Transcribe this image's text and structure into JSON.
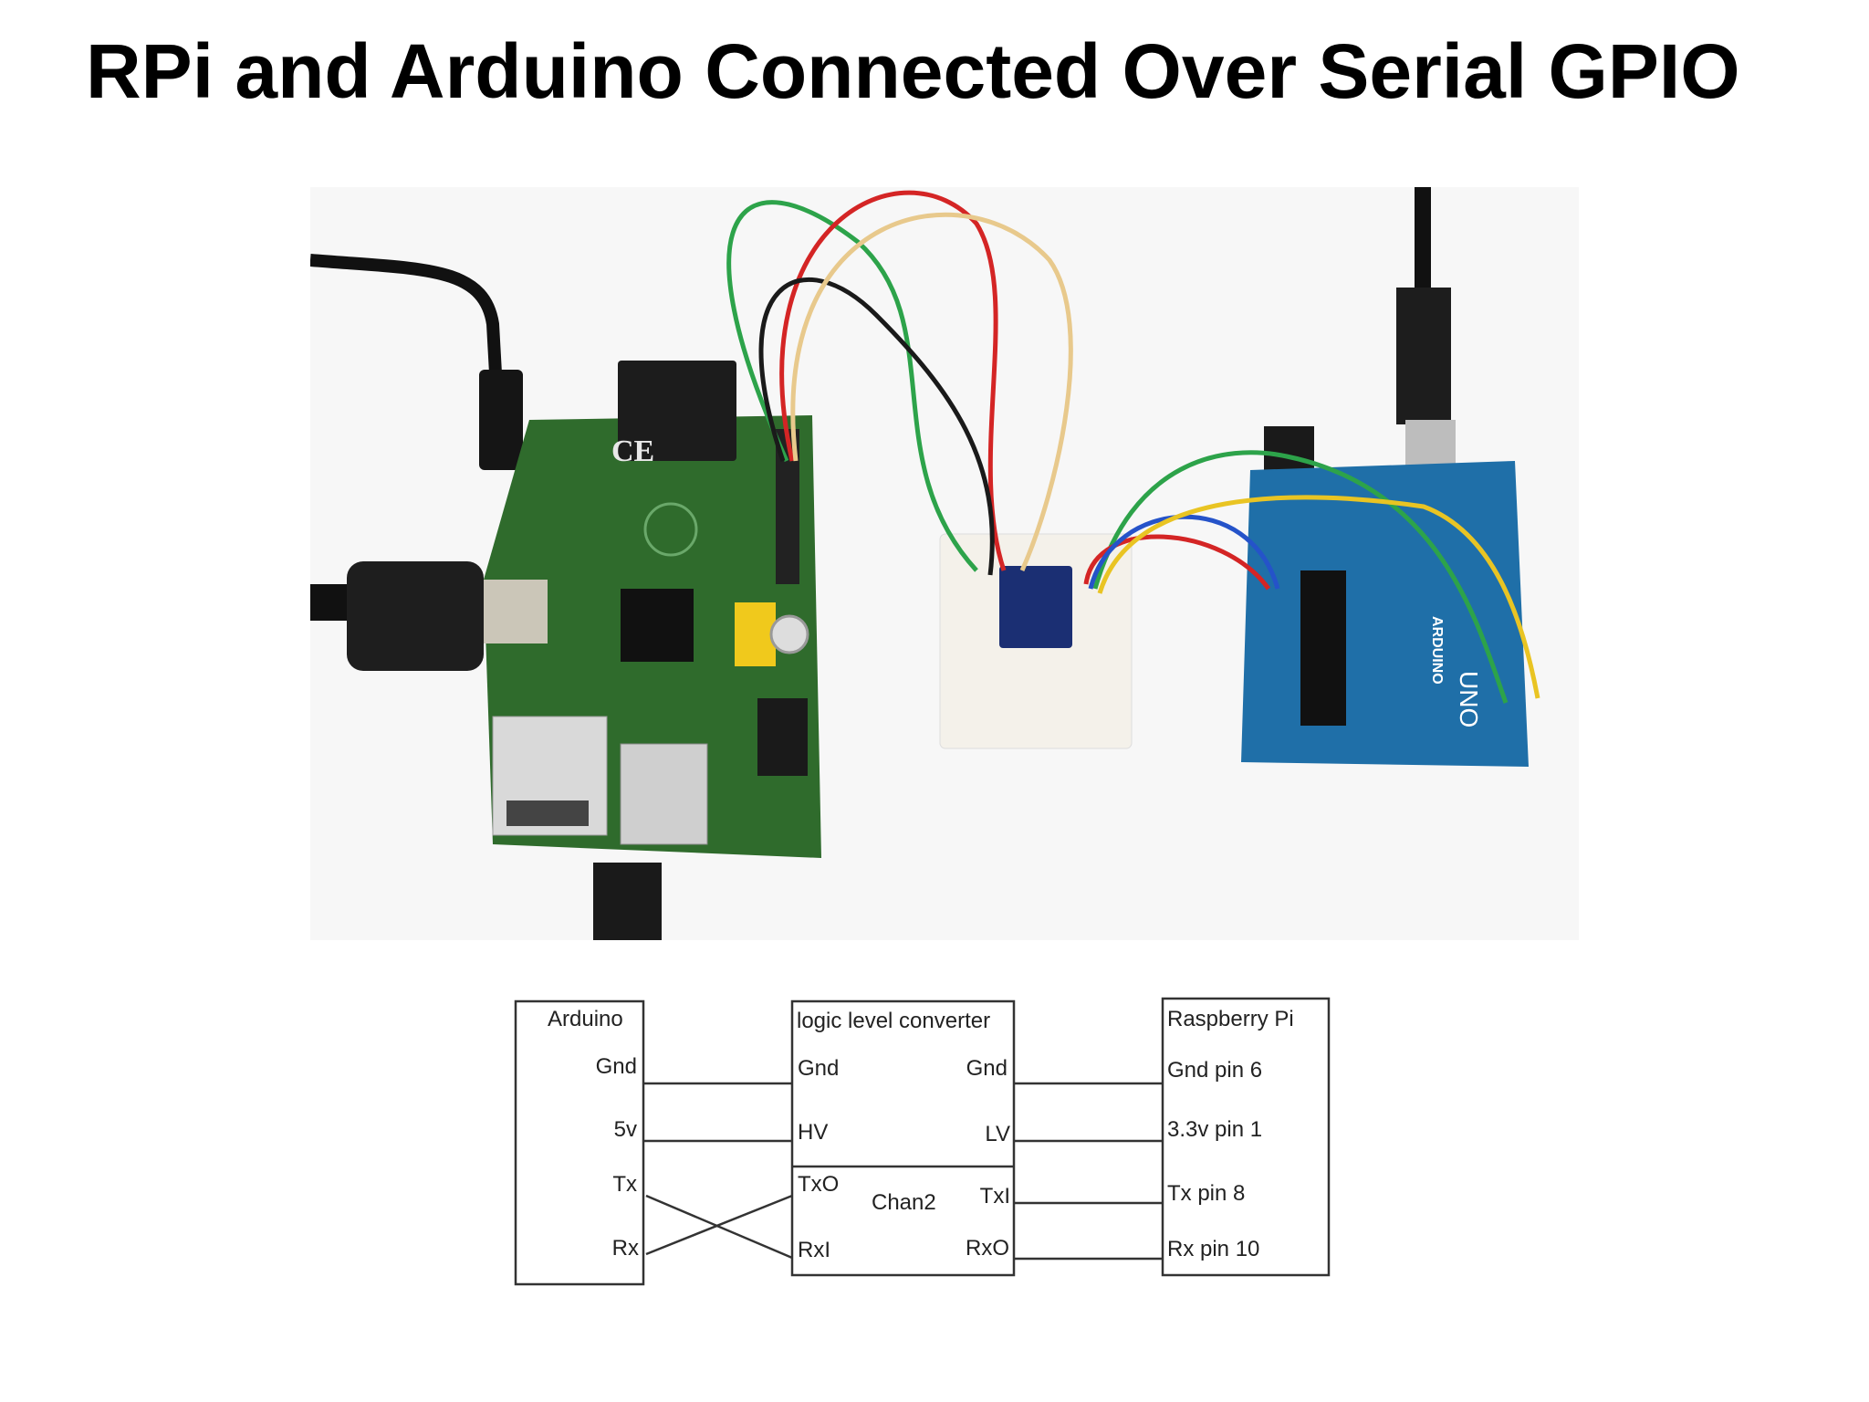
{
  "title": "RPi and Arduino Connected Over Serial GPIO",
  "photo": {
    "board_labels": {
      "rpi_mark": "CE",
      "arduino_logo": "ARDUINO",
      "arduino_model": "UNO"
    },
    "colors": {
      "rpi_pcb": "#2f6b2c",
      "arduino_pcb": "#1f6fa8",
      "breadboard": "#f4f1ea",
      "converter": "#1b2f73",
      "wire_green": "#2da34a",
      "wire_red": "#d42525",
      "wire_black": "#1a1a1a",
      "wire_tan": "#e8c98c",
      "wire_blue": "#2553c9",
      "wire_yellow": "#e9c423"
    }
  },
  "diagram": {
    "arduino": {
      "title": "Arduino",
      "pins": [
        "Gnd",
        "5v",
        "Tx",
        "Rx"
      ]
    },
    "converter": {
      "title": "logic level converter",
      "left_pins": [
        "Gnd",
        "HV",
        "TxO",
        "RxI"
      ],
      "right_pins": [
        "Gnd",
        "LV",
        "TxI",
        "RxO"
      ],
      "channel": "Chan2"
    },
    "raspberry_pi": {
      "title": "Raspberry Pi",
      "pins": [
        "Gnd pin 6",
        "3.3v pin 1",
        "Tx pin 8",
        "Rx pin 10"
      ]
    }
  }
}
